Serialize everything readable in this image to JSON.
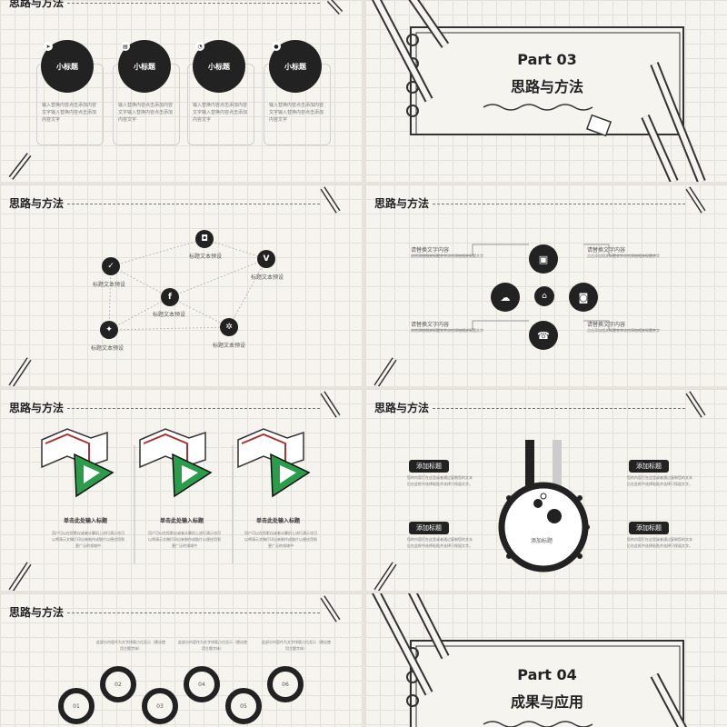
{
  "slide1": {
    "header": "思路与方法",
    "cards": [
      {
        "title": "小标题",
        "icon": "send-icon",
        "body": "输入替换内容点击添加内容文字输入替换内容点击添加内容文字"
      },
      {
        "title": "小标题",
        "icon": "briefcase-icon",
        "body": "输入替换内容点击添加内容文字输入替换内容点击添加内容文字"
      },
      {
        "title": "小标题",
        "icon": "chart-icon",
        "body": "输入替换内容点击添加内容文字输入替换内容点击添加内容文字"
      },
      {
        "title": "小标题",
        "icon": "user-icon",
        "body": "输入替换内容点击添加内容文字输入替换内容点击添加内容文字"
      }
    ]
  },
  "slide2": {
    "part": "Part 03",
    "title": "思路与方法"
  },
  "slide3": {
    "header": "思路与方法",
    "nodes": [
      {
        "icon": "instagram-icon",
        "glyph": "◘",
        "label": "标题文本预设"
      },
      {
        "icon": "vine-icon",
        "glyph": "V",
        "label": "标题文本预设"
      },
      {
        "icon": "check-icon",
        "glyph": "✓",
        "label": "标题文本预设"
      },
      {
        "icon": "facebook-icon",
        "glyph": "f",
        "label": "标题文本预设"
      },
      {
        "icon": "twitter-icon",
        "glyph": "✦",
        "label": "标题文本预设"
      },
      {
        "icon": "settings-icon",
        "glyph": "✲",
        "label": "标题文本预设"
      }
    ]
  },
  "slide4": {
    "header": "思路与方法",
    "items": [
      {
        "title": "请替换文字内容",
        "body": "点击添加相关标题文字点击添加相关标题文字"
      },
      {
        "title": "请替换文字内容",
        "body": "点击添加相关标题文字点击添加相关标题文字"
      },
      {
        "title": "请替换文字内容",
        "body": "点击添加相关标题文字点击添加相关标题文字"
      },
      {
        "title": "请替换文字内容",
        "body": "点击添加相关标题文字点击添加相关标题文字"
      }
    ],
    "icons": {
      "top": "▣",
      "left": "☁",
      "center": "⌂",
      "right": "◙",
      "bottom": "☎"
    }
  },
  "slide5": {
    "header": "思路与方法",
    "columns": [
      {
        "title": "单击此处输入标题",
        "body": "用户可以在投影仪或者计算机上进行演示也可以将演示文稿打印出来制作成胶片以便应用到更广泛的领域中"
      },
      {
        "title": "单击此处输入标题",
        "body": "用户可以在投影仪或者计算机上进行演示也可以将演示文稿打印出来制作成胶片以便应用到更广泛的领域中"
      },
      {
        "title": "单击此处输入标题",
        "body": "用户可以在投影仪或者计算机上进行演示也可以将演示文稿打印出来制作成胶片以便应用到更广泛的领域中"
      }
    ]
  },
  "slide6": {
    "header": "思路与方法",
    "flask_label": "添加标题",
    "items": [
      {
        "title": "添加标题",
        "body": "您的内容打在这里或者通过复制您的文本后在此框中选择粘贴并选择只保留文字。"
      },
      {
        "title": "添加标题",
        "body": "您的内容打在这里或者通过复制您的文本后在此框中选择粘贴并选择只保留文字。"
      },
      {
        "title": "添加标题",
        "body": "您的内容打在这里或者通过复制您的文本后在此框中选择粘贴并选择只保留文字。"
      },
      {
        "title": "添加标题",
        "body": "您的内容打在这里或者通过复制您的文本后在此框中选择粘贴并选择只保留文字。"
      }
    ]
  },
  "slide7": {
    "header": "思路与方法",
    "texts": [
      "此部分内容作为文字排版占位显示（建议使用主题字体）",
      "此部分内容作为文字排版占位显示（建议使用主题字体）",
      "此部分内容作为文字排版占位显示（建议使用主题字体）"
    ],
    "rings": [
      "01",
      "02",
      "03",
      "04",
      "05",
      "06"
    ]
  },
  "slide8": {
    "part": "Part 04",
    "title": "成果与应用"
  }
}
